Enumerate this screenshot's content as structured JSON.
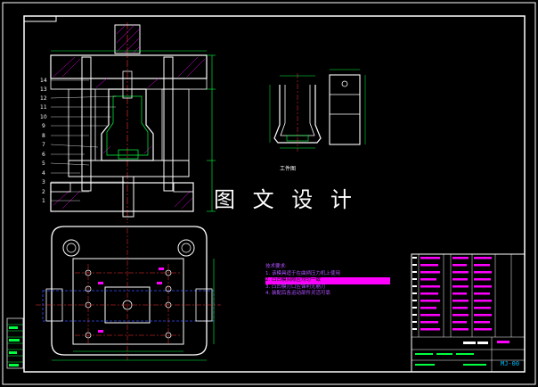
{
  "watermark": "图 文 设 计",
  "part_view_caption": "工件图",
  "technical_requirements": {
    "title": "技术要求:",
    "items": [
      "1. 该模具适于在曲柄压力机上使用",
      "2. 凸凹模间隙应均匀一致",
      "3. 凸凹模刃口应锋利无崩刃",
      "4. 装配后各运动部件灵活可靠"
    ]
  },
  "part_callouts": [
    "14",
    "13",
    "12",
    "11",
    "10",
    "9",
    "8",
    "7",
    "6",
    "5",
    "4",
    "3",
    "2",
    "1"
  ],
  "drawing_number": "MJ-00",
  "colors": {
    "background": "#000000",
    "frame": "#ffffff",
    "dimension": "#00ff40",
    "center_line": "#ff3030",
    "hidden_line": "#3050ff",
    "hatch": "#ff00ff",
    "text_accent": "#00c0ff",
    "highlight": "#ff00ff"
  }
}
